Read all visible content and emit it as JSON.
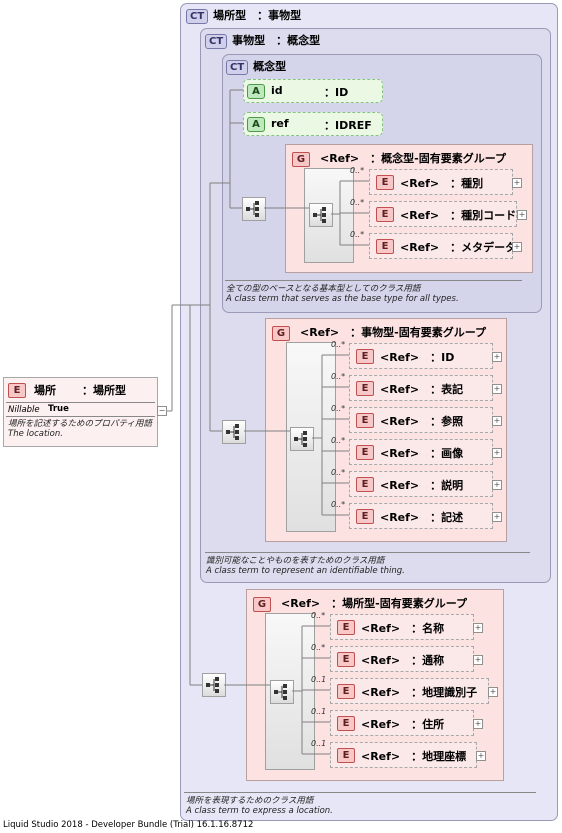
{
  "root_element": {
    "badge": "E",
    "name": "場所",
    "type": "：場所型",
    "nillable_label": "Nillable",
    "nillable_value": "True",
    "doc_ja": "場所を記述するためのプロパティ用語",
    "doc_en": "The location."
  },
  "ct_place": {
    "badge": "CT",
    "title": "場所型　：事物型",
    "doc_ja": "場所を表現するためのクラス用語",
    "doc_en": "A class term to express a location."
  },
  "ct_thing": {
    "badge": "CT",
    "title": "事物型　：概念型",
    "doc_ja": "識別可能なことやものを表すためのクラス用語",
    "doc_en": "A class term to represent an identifiable thing."
  },
  "ct_concept": {
    "badge": "CT",
    "title": "概念型",
    "doc_ja": "全ての型のベースとなる基本型としてのクラス用語",
    "doc_en": "A class term that serves as the base type for all types.",
    "attributes": [
      {
        "badge": "A",
        "name": "id",
        "type": "：ID"
      },
      {
        "badge": "A",
        "name": "ref",
        "type": "：IDREF"
      }
    ]
  },
  "group_concept": {
    "badge": "G",
    "title": "<Ref>　：概念型-固有要素グループ",
    "elements": [
      {
        "badge": "E",
        "occ": "0..*",
        "label": "<Ref>　：種別"
      },
      {
        "badge": "E",
        "occ": "0..*",
        "label": "<Ref>　：種別コード"
      },
      {
        "badge": "E",
        "occ": "0..*",
        "label": "<Ref>　：メタデータ"
      }
    ]
  },
  "group_thing": {
    "badge": "G",
    "title": "<Ref>　：事物型-固有要素グループ",
    "elements": [
      {
        "badge": "E",
        "occ": "0..*",
        "label": "<Ref>　：ID"
      },
      {
        "badge": "E",
        "occ": "0..*",
        "label": "<Ref>　：表記"
      },
      {
        "badge": "E",
        "occ": "0..*",
        "label": "<Ref>　：参照"
      },
      {
        "badge": "E",
        "occ": "0..*",
        "label": "<Ref>　：画像"
      },
      {
        "badge": "E",
        "occ": "0..*",
        "label": "<Ref>　：説明"
      },
      {
        "badge": "E",
        "occ": "0..*",
        "label": "<Ref>　：記述"
      }
    ]
  },
  "group_place": {
    "badge": "G",
    "title": "<Ref>　：場所型-固有要素グループ",
    "elements": [
      {
        "badge": "E",
        "occ": "0..*",
        "label": "<Ref>　：名称"
      },
      {
        "badge": "E",
        "occ": "0..*",
        "label": "<Ref>　：通称"
      },
      {
        "badge": "E",
        "occ": "0..1",
        "label": "<Ref>　：地理識別子"
      },
      {
        "badge": "E",
        "occ": "0..1",
        "label": "<Ref>　：住所"
      },
      {
        "badge": "E",
        "occ": "0..1",
        "label": "<Ref>　：地理座標"
      }
    ]
  },
  "expand_glyph": "+",
  "collapse_glyph": "−",
  "footer": "Liquid Studio 2018 - Developer Bundle (Trial) 16.1.16.8712"
}
